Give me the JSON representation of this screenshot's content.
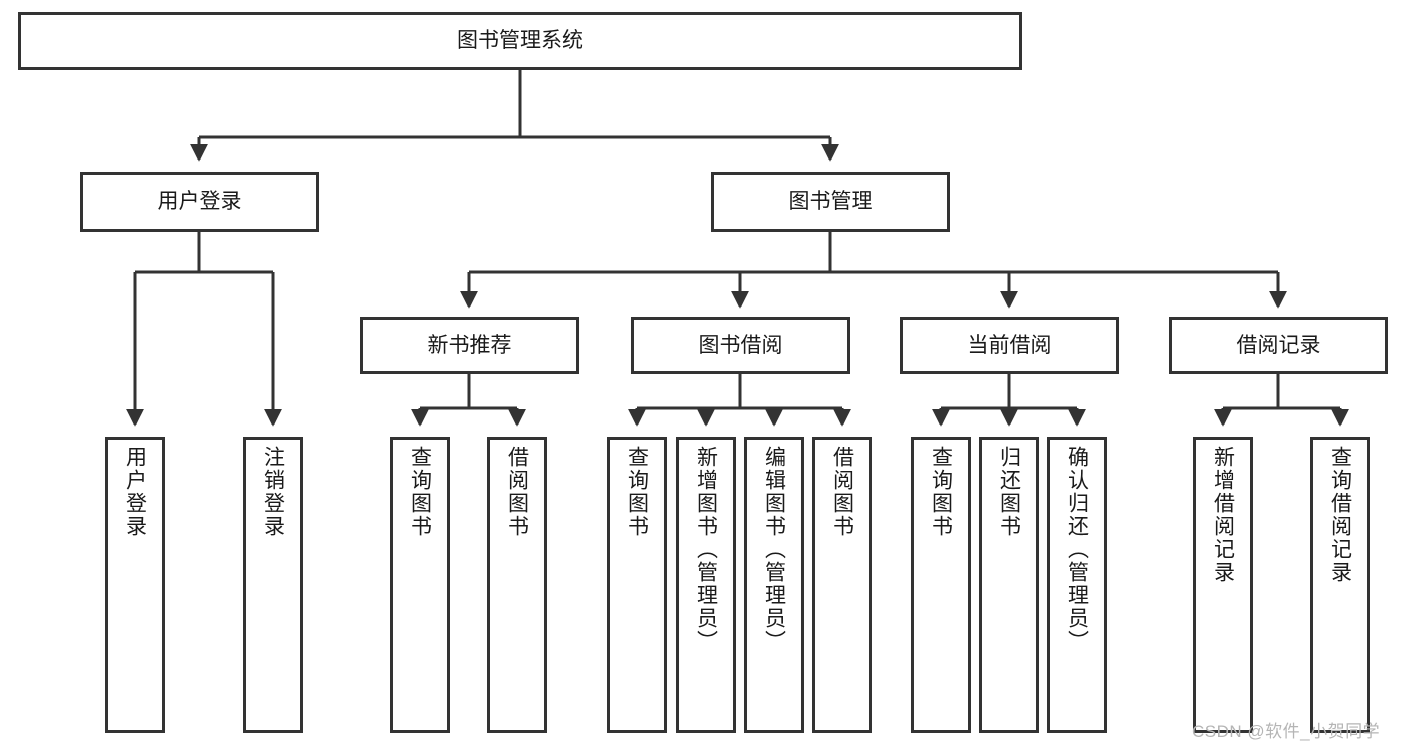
{
  "diagram": {
    "type": "hierarchy-tree",
    "title": "图书管理系统",
    "root": {
      "id": "root",
      "label": "图书管理系统"
    },
    "level1": [
      {
        "id": "user-login",
        "label": "用户登录"
      },
      {
        "id": "book-manage",
        "label": "图书管理"
      }
    ],
    "level2": [
      {
        "id": "new-book-recommend",
        "label": "新书推荐",
        "parent": "book-manage"
      },
      {
        "id": "book-borrow",
        "label": "图书借阅",
        "parent": "book-manage"
      },
      {
        "id": "current-borrow",
        "label": "当前借阅",
        "parent": "book-manage"
      },
      {
        "id": "borrow-record",
        "label": "借阅记录",
        "parent": "book-manage"
      }
    ],
    "leaves": [
      {
        "id": "leaf-user-login",
        "label": "用户登录",
        "parent": "user-login"
      },
      {
        "id": "leaf-logout-login",
        "label": "注销登录",
        "parent": "user-login"
      },
      {
        "id": "leaf-query-book-1",
        "label": "查询图书",
        "parent": "new-book-recommend"
      },
      {
        "id": "leaf-borrow-book-1",
        "label": "借阅图书",
        "parent": "new-book-recommend"
      },
      {
        "id": "leaf-query-book-2",
        "label": "查询图书",
        "parent": "book-borrow"
      },
      {
        "id": "leaf-add-book",
        "label": "新增图书（管理员）",
        "parent": "book-borrow"
      },
      {
        "id": "leaf-edit-book",
        "label": "编辑图书（管理员）",
        "parent": "book-borrow"
      },
      {
        "id": "leaf-borrow-book-2",
        "label": "借阅图书",
        "parent": "book-borrow"
      },
      {
        "id": "leaf-query-book-3",
        "label": "查询图书",
        "parent": "current-borrow"
      },
      {
        "id": "leaf-return-book",
        "label": "归还图书",
        "parent": "current-borrow"
      },
      {
        "id": "leaf-confirm-return",
        "label": "确认归还（管理员）",
        "parent": "current-borrow"
      },
      {
        "id": "leaf-add-record",
        "label": "新增借阅记录",
        "parent": "borrow-record"
      },
      {
        "id": "leaf-query-record",
        "label": "查询借阅记录",
        "parent": "borrow-record"
      }
    ],
    "colors": {
      "stroke": "#333333",
      "fill": "#ffffff",
      "text": "#1a1a1a",
      "watermark": "#b5b5b5"
    }
  },
  "watermark": {
    "text": "CSDN @软件_小贺同学"
  }
}
